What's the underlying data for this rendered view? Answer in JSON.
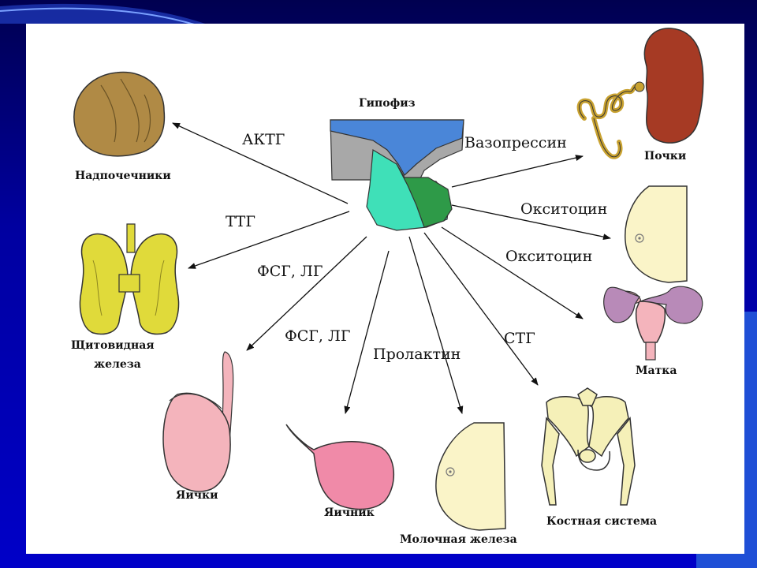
{
  "hub": "Гипофиз",
  "organs": {
    "adrenals": "Надпочечники",
    "thyroid_1": "Щитовидная",
    "thyroid_2": "железа",
    "testes": "Яички",
    "ovary": "Яичник",
    "mammary": "Молочная железа",
    "skeleton": "Костная система",
    "uterus": "Матка",
    "kidneys": "Почки"
  },
  "hormones": {
    "acth": "АКТГ",
    "tsh": "ТТГ",
    "fsh_lh_1": "ФСГ, ЛГ",
    "fsh_lh_2": "ФСГ, ЛГ",
    "prolactin": "Пролактин",
    "stg": "СТГ",
    "vasopressin": "Вазопрессин",
    "oxytocin_1": "Окситоцин",
    "oxytocin_2": "Окситоцин"
  },
  "colors": {
    "background": "#0000c8",
    "accent": "#1f4fd6",
    "canvas": "#ffffff",
    "pituitary_blue": "#4a86d8",
    "pituitary_gray": "#a8a8a8",
    "pituitary_cyan": "#3fe0b8",
    "pituitary_green": "#2e9a48",
    "adrenal": "#b08a45",
    "thyroid": "#e0da3a",
    "testis": "#f4b4bc",
    "ovary": "#f08aa8",
    "breast": "#faf4c8",
    "bone": "#f5f0b8",
    "kidney": "#a63a24"
  }
}
